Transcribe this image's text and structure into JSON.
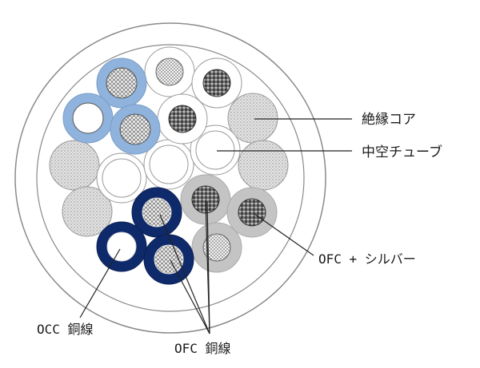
{
  "labels": {
    "insulation_core": "絶縁コア",
    "hollow_tube": "中空チューブ",
    "ofc_silver": "OFC + シルバー",
    "occ_copper": "OCC 銅線",
    "ofc_copper": "OFC 銅線"
  },
  "colors": {
    "outer_sheath": "#ffffff",
    "outline": "#8a8a8a",
    "occ_light_blue": "#8fb3dc",
    "ofc_navy": "#0f2a6b",
    "ofc_silver_gray": "#c4c4c4",
    "insulation_core_fill": "#e4e4e4",
    "leader_line": "#222222"
  }
}
